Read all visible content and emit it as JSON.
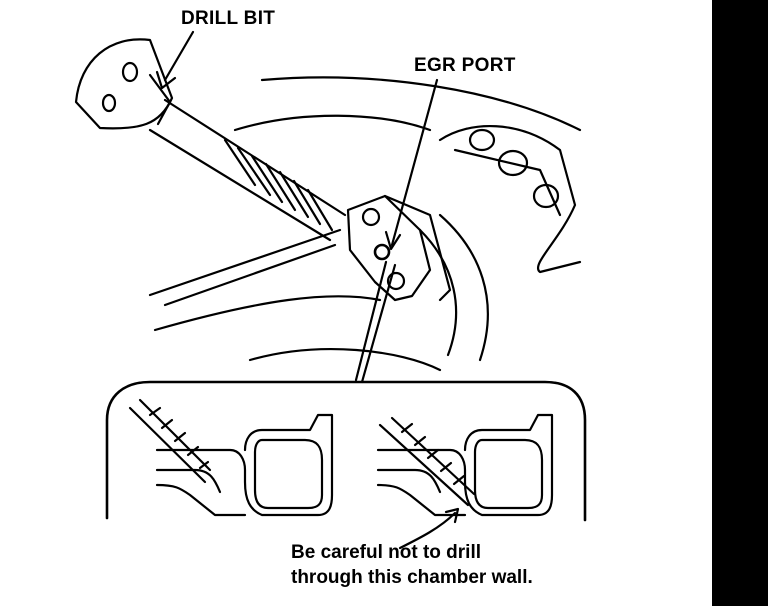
{
  "labels": {
    "drill_bit": "DRILL BIT",
    "egr_port": "EGR PORT",
    "note_line1": "Be careful not to drill",
    "note_line2": "through this chamber wall."
  },
  "colors": {
    "ink": "#000000",
    "paper": "#ffffff"
  }
}
